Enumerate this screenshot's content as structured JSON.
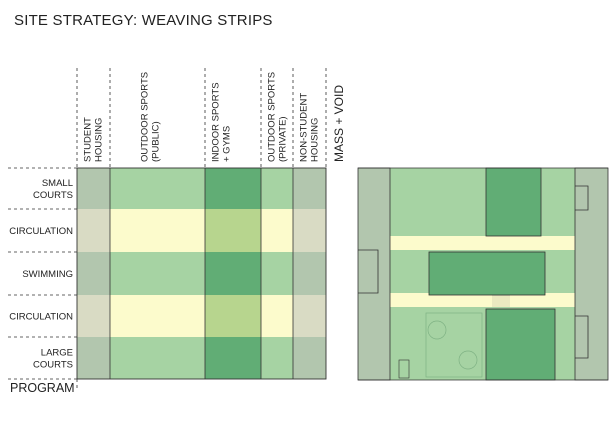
{
  "title": "SITE STRATEGY: WEAVING STRIPS",
  "colors": {
    "gray_green": "#b2c6ae",
    "light_green": "#a6d3a3",
    "mid_green": "#61ad75",
    "beige": "#d9dbc4",
    "cream": "#fcfbcc",
    "light_olive": "#b7d58e",
    "line": "#333333"
  },
  "diagram": {
    "columns": [
      {
        "id": "student-housing",
        "label": "STUDENT HOUSING",
        "lines": [
          "STUDENT",
          "HOUSING"
        ]
      },
      {
        "id": "outdoor-public",
        "label": "OUTDOOR SPORTS (PUBLIC)",
        "lines": [
          "OUTDOOR SPORTS",
          "(PUBLIC)"
        ]
      },
      {
        "id": "indoor-gyms",
        "label": "INDOOR SPORTS + GYMS",
        "lines": [
          "INDOOR SPORTS",
          "+ GYMS"
        ]
      },
      {
        "id": "outdoor-private",
        "label": "OUTDOOR SPORTS (PRIVATE)",
        "lines": [
          "OUTDOOR SPORTS",
          "(PRIVATE)"
        ]
      },
      {
        "id": "non-student-housing",
        "label": "NON-STUDENT HOUSING",
        "lines": [
          "NON-STUDENT",
          "HOUSING"
        ]
      }
    ],
    "mass_void_label": "MASS + VOID",
    "rows": [
      {
        "id": "small-courts",
        "label": "SMALL COURTS",
        "lines": [
          "SMALL",
          "COURTS"
        ]
      },
      {
        "id": "circulation-1",
        "label": "CIRCULATION",
        "lines": [
          "CIRCULATION"
        ]
      },
      {
        "id": "swimming",
        "label": "SWIMMING",
        "lines": [
          "SWIMMING"
        ]
      },
      {
        "id": "circulation-2",
        "label": "CIRCULATION",
        "lines": [
          "CIRCULATION"
        ]
      },
      {
        "id": "large-courts",
        "label": "LARGE COURTS",
        "lines": [
          "LARGE",
          "COURTS"
        ]
      }
    ],
    "program_label": "PROGRAM",
    "cells": [
      [
        "gray_green",
        "light_green",
        "mid_green",
        "light_green",
        "gray_green"
      ],
      [
        "beige",
        "cream",
        "light_olive",
        "cream",
        "beige"
      ],
      [
        "gray_green",
        "light_green",
        "mid_green",
        "light_green",
        "gray_green"
      ],
      [
        "beige",
        "cream",
        "light_olive",
        "cream",
        "beige"
      ],
      [
        "gray_green",
        "light_green",
        "mid_green",
        "light_green",
        "gray_green"
      ]
    ]
  }
}
